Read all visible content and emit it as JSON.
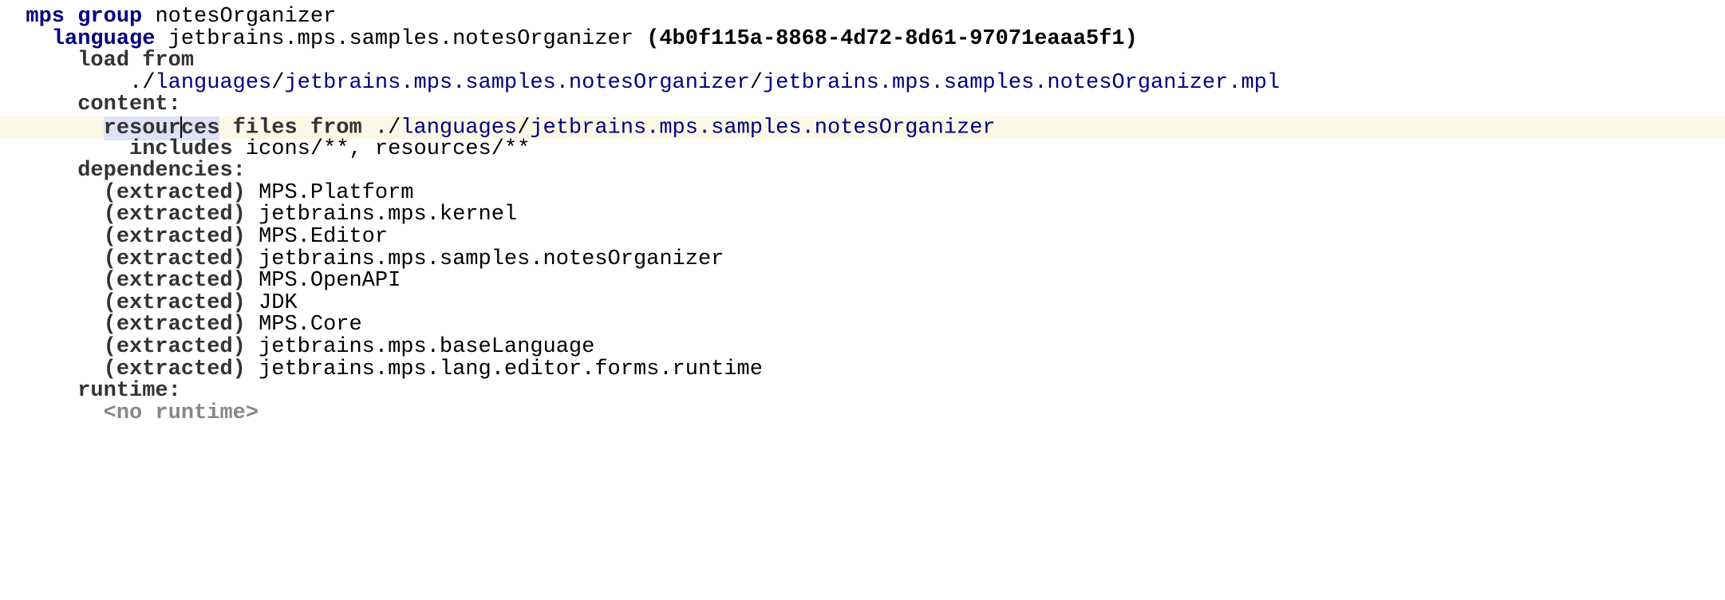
{
  "group": {
    "kw1": "mps",
    "kw2": "group",
    "name": "notesOrganizer"
  },
  "language": {
    "kw": "language",
    "name": "jetbrains.mps.samples.notesOrganizer",
    "uuid": "(4b0f115a-8868-4d72-8d61-97071eaaa5f1)"
  },
  "load_from": {
    "kw": "load from",
    "prefix": "./",
    "seg1": "languages",
    "seg2": "jetbrains.mps.samples.notesOrganizer",
    "seg3": "jetbrains.mps.samples.notesOrganizer.mpl"
  },
  "content": {
    "kw": "content:",
    "res_a": "resour",
    "res_b": "ces",
    "files_from": "files from",
    "prefix": "./",
    "seg1": "languages",
    "seg2": "jetbrains.mps.samples.notesOrganizer",
    "includes_kw": "includes",
    "includes": "icons/**, resources/**"
  },
  "dependencies": {
    "kw": "dependencies:",
    "tag": "(extracted)",
    "items": [
      "MPS.Platform",
      "jetbrains.mps.kernel",
      "MPS.Editor",
      "jetbrains.mps.samples.notesOrganizer",
      "MPS.OpenAPI",
      "JDK",
      "MPS.Core",
      "jetbrains.mps.baseLanguage",
      "jetbrains.mps.lang.editor.forms.runtime"
    ]
  },
  "runtime": {
    "kw": "runtime:",
    "value": "<no runtime>"
  }
}
